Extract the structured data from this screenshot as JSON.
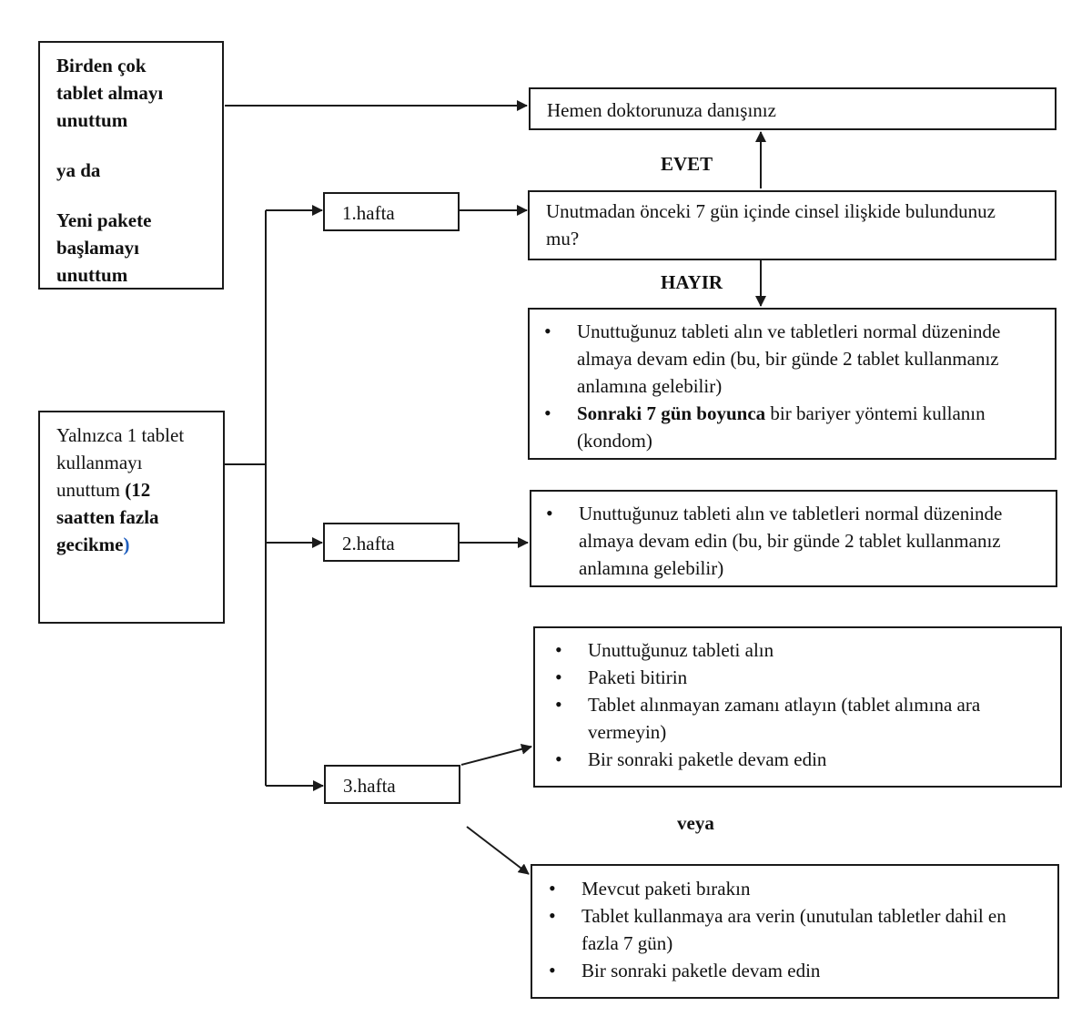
{
  "left_top_box": {
    "line1": "Birden çok",
    "line2": "tablet almayı",
    "line3": "unuttum",
    "or": "ya da",
    "line4": "Yeni pakete",
    "line5": "başlamayı",
    "line6": "unuttum"
  },
  "left_bottom_box": {
    "line1": "Yalnızca 1 tablet",
    "line2": "kullanmayı",
    "line3_plain": "unuttum ",
    "line3_bold": "(12",
    "line4": "saatten fazla",
    "line5_bold": "gecikme",
    "line5_paren": ")"
  },
  "weeks": {
    "week1": "1.hafta",
    "week2": "2.hafta",
    "week3": "3.hafta"
  },
  "consult_box": {
    "text": "Hemen doktorunuza danışınız"
  },
  "question_box": {
    "line1": "Unutmadan önceki 7 gün içinde cinsel ilişkide bulundunuz",
    "line2": "mu?"
  },
  "labels": {
    "yes": "EVET",
    "no": "HAYIR",
    "or": "veya"
  },
  "week1_no_box": {
    "item1_l1": "Unuttuğunuz tableti alın ve tabletleri normal düzeninde",
    "item1_l2": "almaya devam edin (bu, bir günde 2 tablet kullanmanız",
    "item1_l3": "anlamına gelebilir)",
    "item2_bold": "Sonraki 7 gün boyunca",
    "item2_rest": " bir bariyer yöntemi kullanın",
    "item2_l2": "(kondom)"
  },
  "week2_box": {
    "item1_l1": "Unuttuğunuz tableti alın ve tabletleri normal düzeninde",
    "item1_l2": "almaya devam edin (bu, bir günde 2 tablet kullanmanız",
    "item1_l3": "anlamına gelebilir)"
  },
  "week3_box_a": {
    "item1": "Unuttuğunuz tableti alın",
    "item2": "Paketi bitirin",
    "item3_l1": "Tablet alınmayan zamanı atlayın (tablet alımına ara",
    "item3_l2": "vermeyin)",
    "item4": "Bir sonraki paketle devam edin"
  },
  "week3_box_b": {
    "item1": "Mevcut paketi bırakın",
    "item2_l1": "Tablet kullanmaya ara verin (unutulan tabletler dahil en",
    "item2_l2": "fazla 7 gün)",
    "item3": "Bir sonraki paketle devam edin"
  },
  "colors": {
    "line": "#1a1a1a",
    "accent_paren": "#1f5fbf"
  }
}
